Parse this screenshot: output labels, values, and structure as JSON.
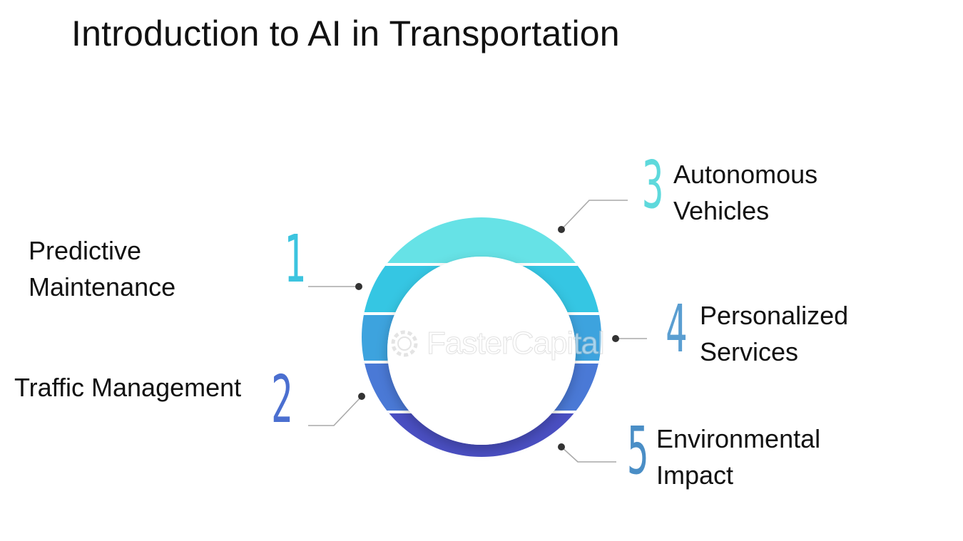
{
  "title": "Introduction to AI in Transportation",
  "watermark": {
    "text": "FasterCapital",
    "icon": "gear-icon"
  },
  "items": [
    {
      "number": "1",
      "line1": "Predictive",
      "line2": "Maintenance",
      "color": "#3cc4df"
    },
    {
      "number": "2",
      "line1": "Traffic Management",
      "line2": "",
      "color": "#4b6fd0"
    },
    {
      "number": "3",
      "line1": "Autonomous",
      "line2": "Vehicles",
      "color": "#5ed9dc"
    },
    {
      "number": "4",
      "line1": "Personalized",
      "line2": "Services",
      "color": "#5a9ed1"
    },
    {
      "number": "5",
      "line1": "Environmental",
      "line2": "Impact",
      "color": "#4a8ec6"
    }
  ],
  "colors": {
    "ring_top": "#66e2e6",
    "ring_upper": "#35c6e3",
    "ring_middle": "#3da3de",
    "ring_lower": "#4a79d6",
    "ring_bottom": "#4a4fc2",
    "connector": "#a9a9a9",
    "dot": "#333333"
  }
}
